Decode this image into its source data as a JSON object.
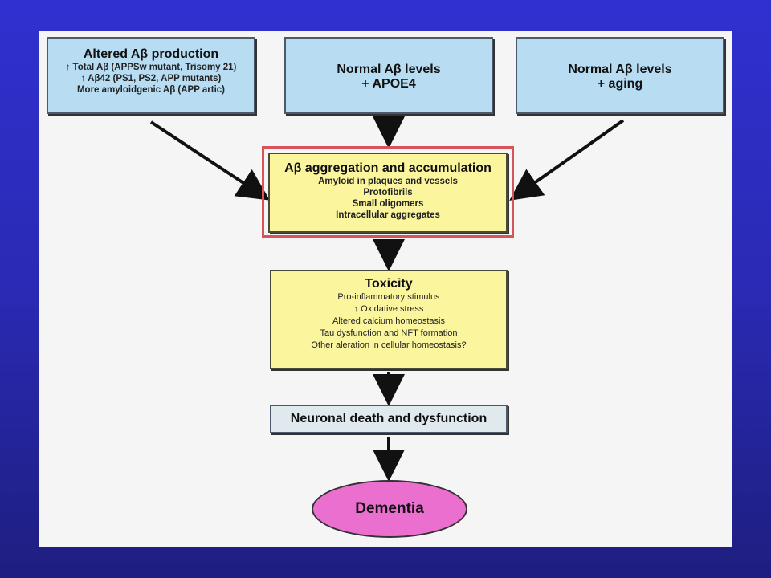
{
  "colors": {
    "background": "#2a2ab4",
    "panel": "#f5f5f5",
    "blue_box": "#b8dcf2",
    "yellow_box": "#fbf59e",
    "gray_box": "#dfe9ee",
    "ellipse": "#ea6fcf",
    "highlight": "#d9535a"
  },
  "box1": {
    "title": "Altered Aβ production",
    "lines": [
      "↑ Total Aβ  (APPSw mutant, Trisomy 21)",
      "↑ Aβ42 (PS1, PS2, APP mutants)",
      "More amyloidgenic Aβ (APP artic)"
    ]
  },
  "box2": {
    "title_line1": "Normal Aβ levels",
    "title_line2": "+ APOE4"
  },
  "box3": {
    "title_line1": "Normal Aβ levels",
    "title_line2": "+ aging"
  },
  "box4": {
    "title": "Aβ aggregation and accumulation",
    "lines": [
      "Amyloid in plaques and vessels",
      "Protofibrils",
      "Small oligomers",
      "Intracellular aggregates"
    ]
  },
  "box5": {
    "title": "Toxicity",
    "lines": [
      "Pro-inflammatory stimulus",
      "↑ Oxidative stress",
      "Altered calcium homeostasis",
      "Tau dysfunction and NFT formation",
      "Other aleration in cellular homeostasis?"
    ]
  },
  "box6": {
    "title": "Neuronal death and dysfunction"
  },
  "ellipse": {
    "label": "Dementia"
  }
}
